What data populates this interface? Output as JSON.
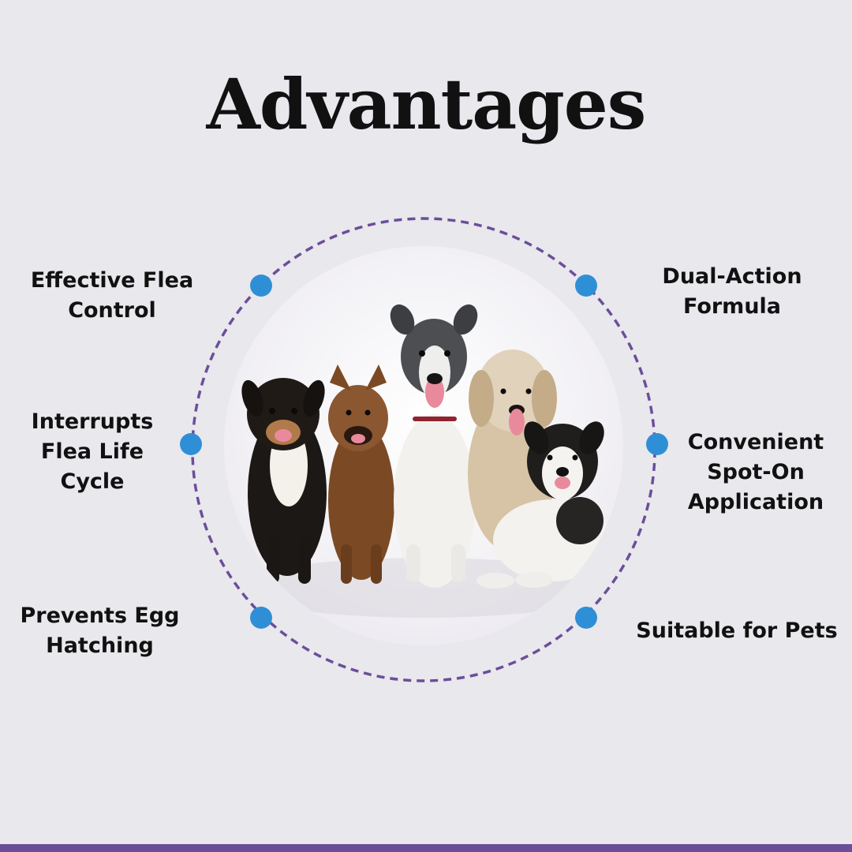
{
  "title": "Advantages",
  "features": {
    "top_left": "Effective Flea\nControl",
    "top_right": "Dual-Action\nFormula",
    "mid_left": "Interrupts\nFlea Life\nCycle",
    "mid_right": "Convenient\nSpot-On\nApplication",
    "bottom_left": "Prevents Egg\nHatching",
    "bottom_right": "Suitable for Pets"
  },
  "image": {
    "subject": "five dogs sitting together"
  },
  "colors": {
    "background": "#e9e8ed",
    "ring_dashed": "#6b4e9a",
    "dot": "#2f8fd6",
    "bottom_bar": "#6b4e9a",
    "text": "#111111"
  }
}
